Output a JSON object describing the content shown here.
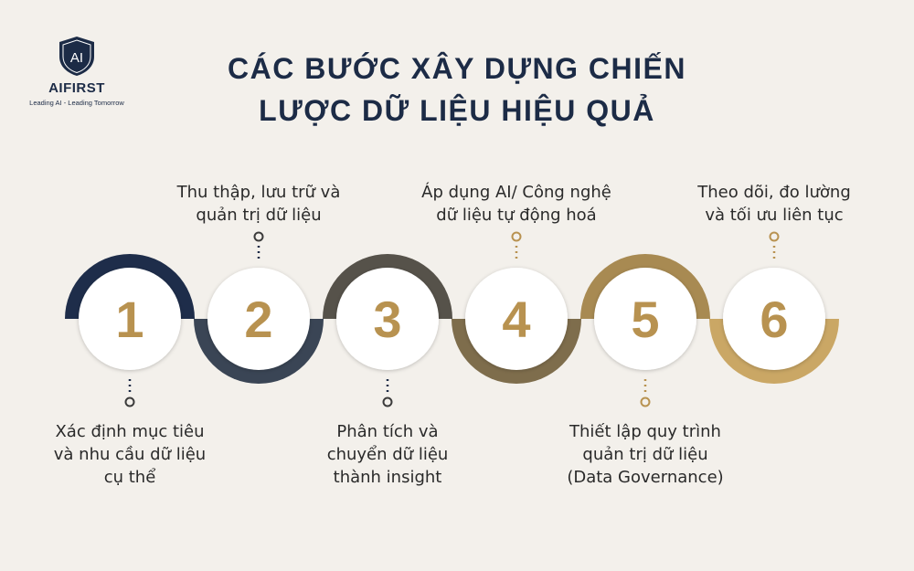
{
  "logo": {
    "mark": "AI",
    "brand": "AIFIRST",
    "tagline": "Leading AI - Leading Tomorrow"
  },
  "title": {
    "line1": "CÁC BƯỚC XÂY DỰNG CHIẾN",
    "line2": "LƯỢC DỮ LIỆU HIỆU QUẢ"
  },
  "steps": [
    {
      "number": "1",
      "label": [
        "Xác định mục tiêu",
        "và nhu cầu dữ liệu",
        "cụ thể"
      ],
      "color": "#1e2d4a"
    },
    {
      "number": "2",
      "label": [
        "Thu thập, lưu trữ và",
        "quản trị dữ liệu"
      ],
      "color": "#3a4555"
    },
    {
      "number": "3",
      "label": [
        "Phân tích và",
        "chuyển dữ liệu",
        "thành insight"
      ],
      "color": "#56524a"
    },
    {
      "number": "4",
      "label": [
        "Áp dụng AI/ Công nghệ",
        "dữ liệu tự động hoá"
      ],
      "color": "#7e6d4c"
    },
    {
      "number": "5",
      "label": [
        "Thiết lập quy trình",
        "quản trị dữ liệu",
        "(Data Governance)"
      ],
      "color": "#a88a52"
    },
    {
      "number": "6",
      "label": [
        "Theo dõi, đo lường",
        "và tối ưu liên tục"
      ],
      "color": "#caa765"
    }
  ],
  "colors": {
    "background": "#f3f0eb",
    "navy": "#1c2b46",
    "gold": "#b89250",
    "circle_fill": "#ffffff"
  }
}
